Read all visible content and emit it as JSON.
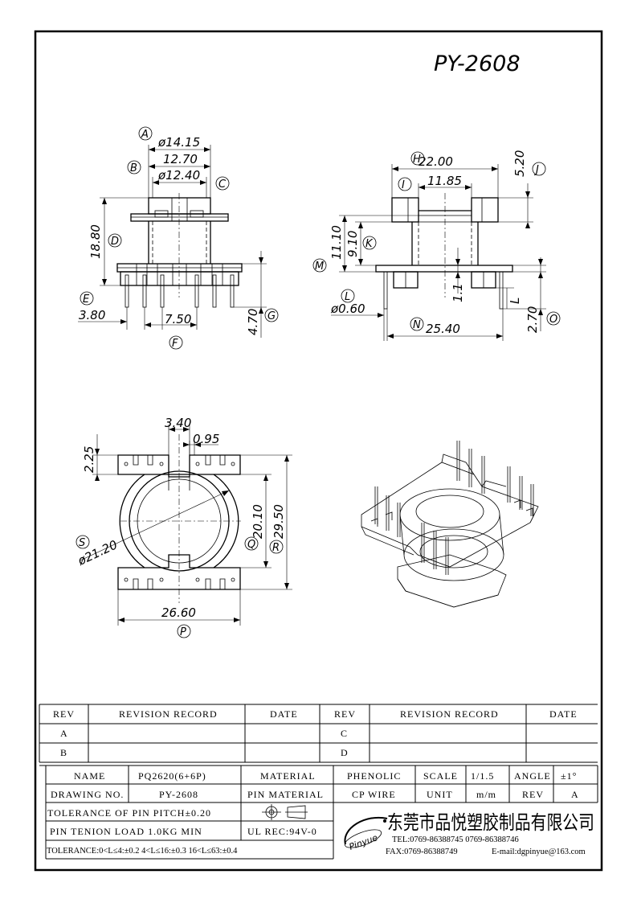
{
  "drawing": {
    "part_number": "PY-2608",
    "side_view": {
      "A": "A",
      "dia_outer": "ø14.15",
      "B": "B",
      "width": "12.70",
      "C": "C",
      "dia_inner": "ø12.40",
      "D": "D",
      "height": "18.80",
      "E": "E",
      "pin_offset": "3.80",
      "F": "F",
      "pin_pitch": "7.50",
      "G": "G",
      "pin_length": "4.70"
    },
    "front_view": {
      "H": "H",
      "width": "22.00",
      "I": "I",
      "gap": "11.85",
      "J": "J",
      "top_h": "5.20",
      "K": "K",
      "inner_h": "9.10",
      "outer_h": "11.10",
      "M": "M",
      "L": "L",
      "pin_dia": "ø0.60",
      "N": "N",
      "base_w": "25.40",
      "O": "O",
      "pin_len": "2.70",
      "flange": "1.1",
      "L_dim": "L"
    },
    "top_view": {
      "slot_w": "3.40",
      "slot_gap": "0.95",
      "tab_h": "2.25",
      "S": "S",
      "dia": "ø21.20",
      "Q": "Q",
      "inner_h": "20.10",
      "R": "R",
      "outer_h": "29.50",
      "P": "P",
      "width": "26.60"
    }
  },
  "revision_table": {
    "headers": [
      "REV",
      "REVISION RECORD",
      "DATE",
      "REV",
      "REVISION RECORD",
      "DATE"
    ],
    "rows": [
      [
        "A",
        "",
        "",
        "C",
        "",
        ""
      ],
      [
        "B",
        "",
        "",
        "D",
        "",
        ""
      ]
    ]
  },
  "title_block": {
    "name_label": "NAME",
    "name_value": "PQ2620(6+6P)",
    "material_label": "MATERIAL",
    "material_value": "PHENOLIC",
    "scale_label": "SCALE",
    "scale_value": "1/1.5",
    "angle_label": "ANGLE",
    "angle_value": "±1°",
    "drawing_no_label": "DRAWING NO.",
    "drawing_no_value": "PY-2608",
    "pin_material_label": "PIN MATERIAL",
    "pin_material_value": "CP WIRE",
    "unit_label": "UNIT",
    "unit_value": "m/m",
    "rev_label": "REV",
    "rev_value": "A",
    "pin_pitch_tol": "TOLERANCE OF PIN PITCH±0.20",
    "pin_load": "PIN TENION LOAD   1.0KG MIN",
    "ul_rec": "UL REC:94V-0",
    "tolerance": "TOLERANCE:0<L≤4:±0.2  4<L≤16:±0.3  16<L≤63:±0.4",
    "logo_text": "Pinyue",
    "company": "东莞市品悦塑胶制品有限公司",
    "tel": "TEL:0769-86388745    0769-86388746",
    "fax": "FAX:0769-86388749",
    "email": "E-mail:dgpinyue@163.com"
  }
}
